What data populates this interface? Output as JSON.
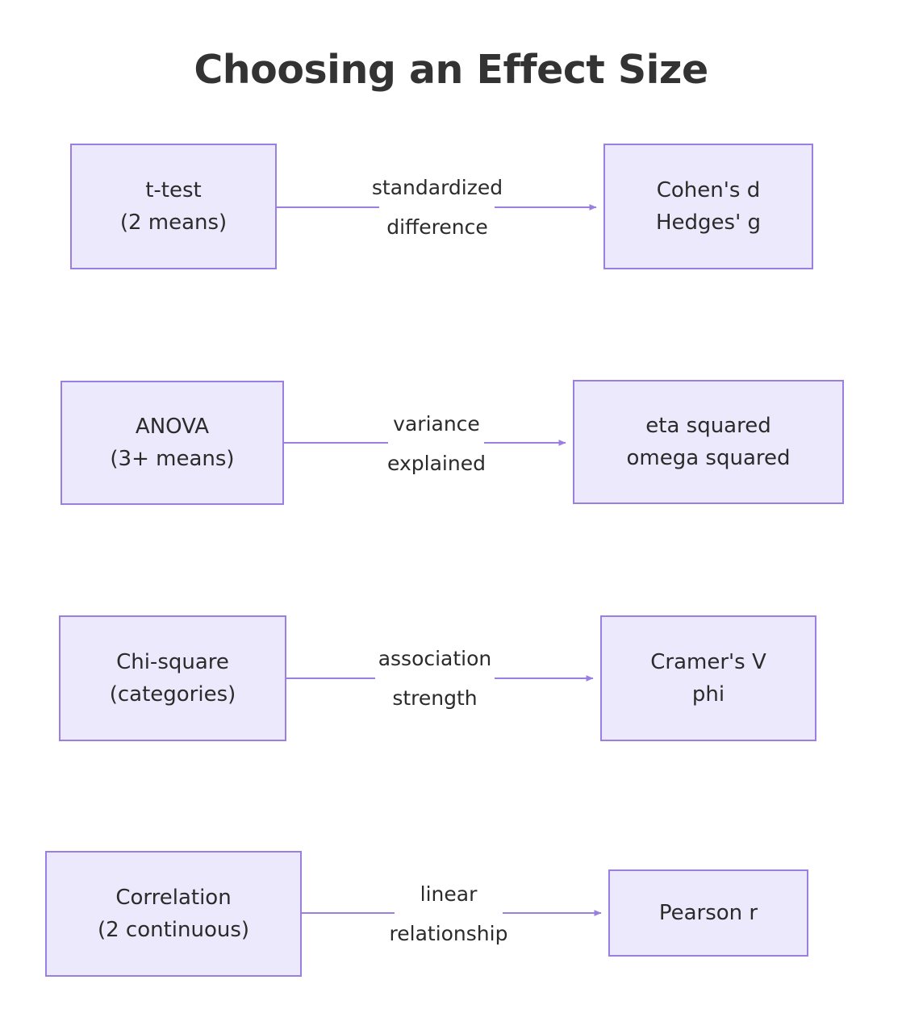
{
  "title": "Choosing an Effect Size",
  "colors": {
    "node_fill": "#ebe9fb",
    "node_border": "#9b7fe0",
    "connector": "#9b7fe0",
    "text": "#2b2b2b",
    "title_text": "#333333",
    "background": "#ffffff"
  },
  "rows": [
    {
      "id": "t-test",
      "source": {
        "line1": "t-test",
        "line2": "(2 means)"
      },
      "edge": {
        "lbl_top": "standardized",
        "lbl_bot": "difference"
      },
      "target": {
        "line1": "Cohen's d",
        "line2": "Hedges' g"
      }
    },
    {
      "id": "anova",
      "source": {
        "line1": "ANOVA",
        "line2": "(3+ means)"
      },
      "edge": {
        "lbl_top": "variance",
        "lbl_bot": "explained"
      },
      "target": {
        "line1": "eta squared",
        "line2": "omega squared"
      }
    },
    {
      "id": "chi-square",
      "source": {
        "line1": "Chi-square",
        "line2": "(categories)"
      },
      "edge": {
        "lbl_top": "association",
        "lbl_bot": "strength"
      },
      "target": {
        "line1": "Cramer's V",
        "line2": "phi"
      }
    },
    {
      "id": "correlation",
      "source": {
        "line1": "Correlation",
        "line2": "(2 continuous)"
      },
      "edge": {
        "lbl_top": "linear",
        "lbl_bot": "relationship"
      },
      "target": {
        "line1": "Pearson r",
        "line2": ""
      }
    }
  ]
}
